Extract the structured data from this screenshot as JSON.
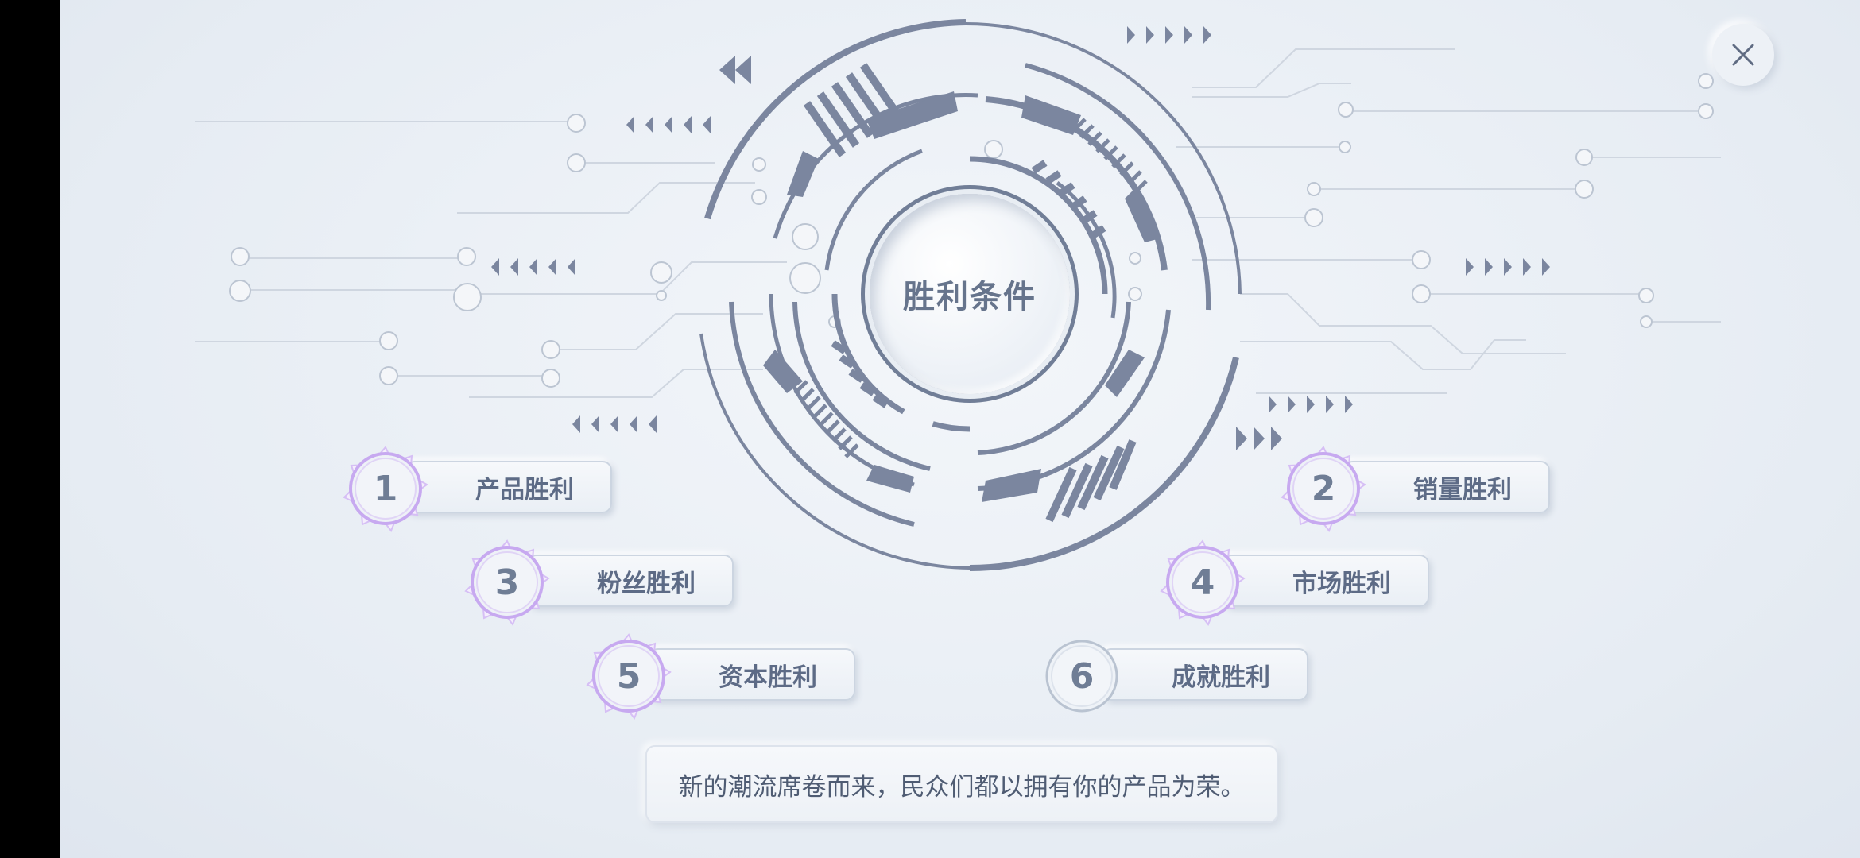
{
  "center": {
    "title": "胜利条件"
  },
  "conditions": [
    {
      "num": "1",
      "label": "产品胜利",
      "selected": true
    },
    {
      "num": "2",
      "label": "销量胜利",
      "selected": true
    },
    {
      "num": "3",
      "label": "粉丝胜利",
      "selected": true
    },
    {
      "num": "4",
      "label": "市场胜利",
      "selected": true
    },
    {
      "num": "5",
      "label": "资本胜利",
      "selected": true
    },
    {
      "num": "6",
      "label": "成就胜利",
      "selected": false
    }
  ],
  "description": "新的潮流席卷而来，民众们都以拥有你的产品为荣。",
  "icons": {
    "close": "close-icon"
  },
  "colors": {
    "accent": "#7b869f",
    "badge_glow": "#c9a8f0",
    "text": "#5d6b86"
  }
}
